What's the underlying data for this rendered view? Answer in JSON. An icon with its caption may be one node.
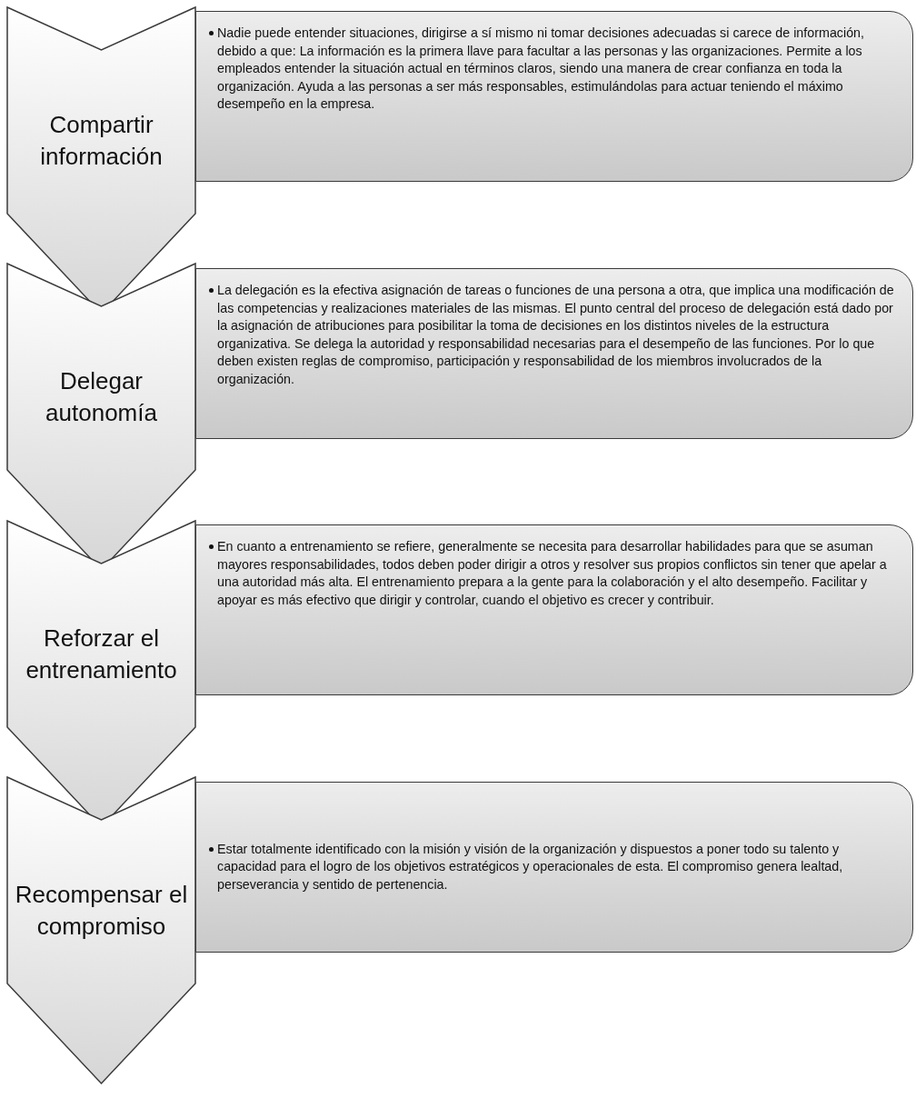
{
  "diagram": {
    "nodes": [
      {
        "text": [
          "Compartir información"
        ]
      },
      {
        "text": [
          "Nadie puede entender situaciones, dirigirse a sí mismo ni tomar decisiones adecuadas si carece de información, debido a que: La información es la primera llave para facultar a las personas y las organizaciones. Permite a los empleados entender la situación actual en términos claros, siendo una manera de crear confianza en toda la organización. Ayuda a las personas a ser más responsables, estimulándolas para actuar teniendo el máximo desempeño en la empresa."
        ]
      },
      {
        "text": [
          "Delegar autonomía"
        ]
      },
      {
        "text": [
          "La delegación es la efectiva asignación de tareas o funciones de una persona a otra, que implica una modificación de las competencias y realizaciones materiales de las mismas. El punto central del proceso de delegación está dado por la asignación de atribuciones para posibilitar la toma de decisiones en los distintos niveles de la estructura organizativa. Se delega la autoridad y responsabilidad necesarias para el desempeño de las funciones. Por lo que deben existen reglas de compromiso, participación y responsabilidad de los miembros involucrados de la organización."
        ]
      },
      {
        "text": [
          "Reforzar el entrenamiento"
        ]
      },
      {
        "text": [
          "En cuanto a entrenamiento se refiere, generalmente se necesita para desarrollar habilidades para que se asuman mayores responsabilidades, todos deben poder dirigir a otros y resolver sus propios conflictos sin tener que apelar a una autoridad más alta. El entrenamiento prepara a la gente para la colaboración y el alto desempeño. Facilitar y apoyar es más efectivo que dirigir y controlar, cuando el objetivo es crecer y contribuir."
        ]
      },
      {
        "text": [
          "Recompensar el compromiso"
        ]
      },
      {
        "text": [
          "Estar totalmente identificado con la misión y visión de la organización y dispuestos a poner todo su talento y capacidad para el logro de los objetivos estratégicos y operacionales de esta. El compromiso genera lealtad, perseverancia y sentido de pertenencia."
        ]
      }
    ]
  }
}
